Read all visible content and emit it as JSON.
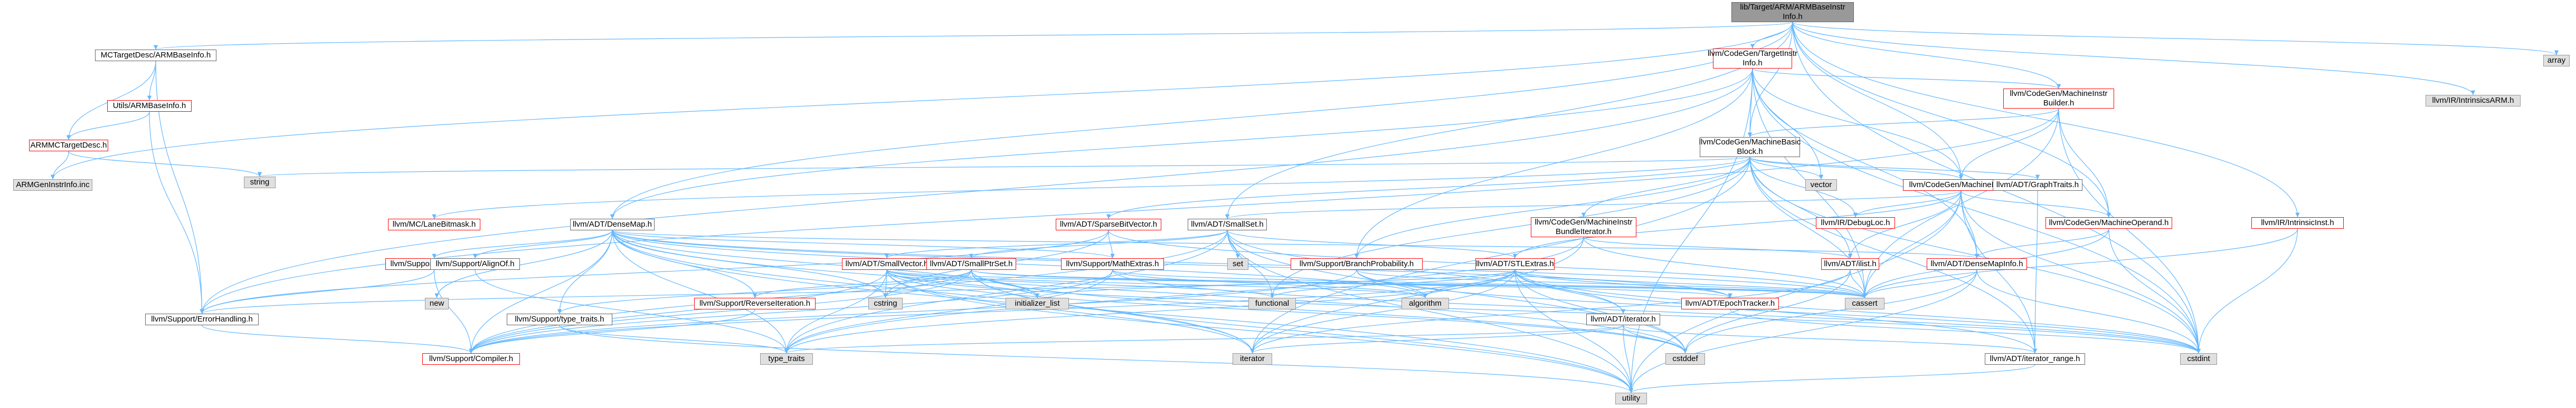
{
  "colors": {
    "edge": "#63b8ff",
    "edge_alt": "#7a7a9a",
    "red_border": "#ff0000",
    "gray_fill": "#e0e0e0",
    "root_fill": "#999999"
  },
  "nodes": {
    "root": {
      "label": "lib/Target/ARM/ARMBaseInstr\nInfo.h",
      "style": "root"
    },
    "mctargetdesc_armbaseinfo": {
      "label": "MCTargetDesc/ARMBaseInfo.h",
      "style": "plain"
    },
    "utils_armbaseinfo": {
      "label": "Utils/ARMBaseInfo.h",
      "style": "red"
    },
    "armmctargetdesc": {
      "label": "ARMMCTargetDesc.h",
      "style": "red"
    },
    "armgeninstrinfo": {
      "label": "ARMGenInstrInfo.inc",
      "style": "gray"
    },
    "string": {
      "label": "string",
      "style": "gray"
    },
    "codegen_targetinstrinfo": {
      "label": "llvm/CodeGen/TargetInstr\nInfo.h",
      "style": "red"
    },
    "codegen_machineinstrbuilder": {
      "label": "llvm/CodeGen/MachineInstr\nBuilder.h",
      "style": "red"
    },
    "codegen_machinebasicblock": {
      "label": "llvm/CodeGen/MachineBasic\nBlock.h",
      "style": "plain"
    },
    "codegen_machineinstr": {
      "label": "llvm/CodeGen/MachineInstr.h",
      "style": "red"
    },
    "codegen_machineoperand": {
      "label": "llvm/CodeGen/MachineOperand.h",
      "style": "red"
    },
    "codegen_bundleiterator": {
      "label": "llvm/CodeGen/MachineInstr\nBundleIterator.h",
      "style": "red"
    },
    "adt_graphtraits": {
      "label": "llvm/ADT/GraphTraits.h",
      "style": "plain"
    },
    "vector": {
      "label": "vector",
      "style": "gray"
    },
    "ir_debugloc": {
      "label": "llvm/IR/DebugLoc.h",
      "style": "red"
    },
    "ir_intrinsicsarm": {
      "label": "llvm/IR/IntrinsicsARM.h",
      "style": "gray"
    },
    "ir_intrinsicinst": {
      "label": "llvm/IR/IntrinsicInst.h",
      "style": "red"
    },
    "array": {
      "label": "array",
      "style": "gray"
    },
    "mc_lanebitmask": {
      "label": "llvm/MC/LaneBitmask.h",
      "style": "red"
    },
    "adt_densemap": {
      "label": "llvm/ADT/DenseMap.h",
      "style": "plain"
    },
    "adt_sparsebitvector": {
      "label": "llvm/ADT/SparseBitVector.h",
      "style": "red"
    },
    "adt_smallset": {
      "label": "llvm/ADT/SmallSet.h",
      "style": "plain"
    },
    "set": {
      "label": "set",
      "style": "gray"
    },
    "adt_ilist": {
      "label": "llvm/ADT/ilist.h",
      "style": "red"
    },
    "adt_densemapinfo": {
      "label": "llvm/ADT/DenseMapInfo.h",
      "style": "red"
    },
    "support_memalloc": {
      "label": "llvm/Support/MemAlloc.h",
      "style": "red"
    },
    "support_alignof": {
      "label": "llvm/Support/AlignOf.h",
      "style": "plain"
    },
    "adt_smallvector": {
      "label": "llvm/ADT/SmallVector.h",
      "style": "red"
    },
    "adt_smallptrset": {
      "label": "llvm/ADT/SmallPtrSet.h",
      "style": "red"
    },
    "support_mathextras": {
      "label": "llvm/Support/MathExtras.h",
      "style": "red"
    },
    "support_branchprobability": {
      "label": "llvm/Support/BranchProbability.h",
      "style": "red"
    },
    "adt_stlextras": {
      "label": "llvm/ADT/STLExtras.h",
      "style": "red"
    },
    "adt_epochtracker": {
      "label": "llvm/ADT/EpochTracker.h",
      "style": "red"
    },
    "new": {
      "label": "new",
      "style": "gray"
    },
    "support_errorhandling": {
      "label": "llvm/Support/ErrorHandling.h",
      "style": "plain"
    },
    "support_typetraits": {
      "label": "llvm/Support/type_traits.h",
      "style": "plain"
    },
    "cstring": {
      "label": "cstring",
      "style": "gray"
    },
    "support_reverseiteration": {
      "label": "llvm/Support/ReverseIteration.h",
      "style": "red"
    },
    "initializer_list": {
      "label": "initializer_list",
      "style": "gray"
    },
    "functional": {
      "label": "functional",
      "style": "gray"
    },
    "algorithm": {
      "label": "algorithm",
      "style": "gray"
    },
    "adt_iterator": {
      "label": "llvm/ADT/iterator.h",
      "style": "plain"
    },
    "cassert": {
      "label": "cassert",
      "style": "gray"
    },
    "support_compiler": {
      "label": "llvm/Support/Compiler.h",
      "style": "red"
    },
    "type_traits": {
      "label": "type_traits",
      "style": "gray"
    },
    "iterator": {
      "label": "iterator",
      "style": "gray"
    },
    "cstddef": {
      "label": "cstddef",
      "style": "gray"
    },
    "adt_iterator_range": {
      "label": "llvm/ADT/iterator_range.h",
      "style": "plain"
    },
    "cstdint": {
      "label": "cstdint",
      "style": "gray"
    },
    "utility": {
      "label": "utility",
      "style": "gray"
    }
  }
}
